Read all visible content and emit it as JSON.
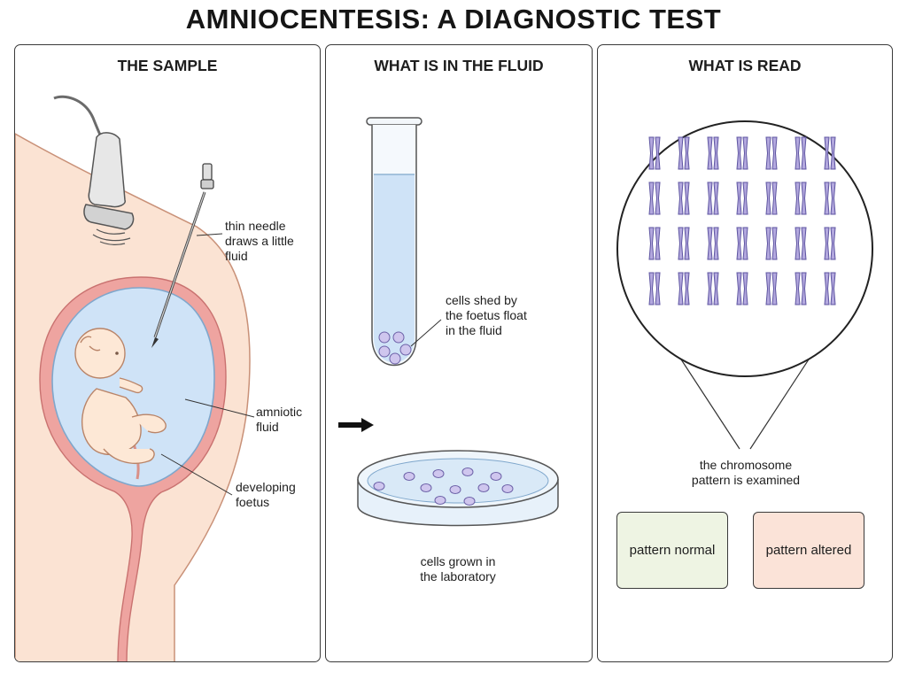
{
  "title": "AMNIOCENTESIS: A DIAGNOSTIC TEST",
  "panels": [
    {
      "title": "THE SAMPLE",
      "labels": {
        "needle": "thin needle\ndraws a little fluid",
        "fluid": "amniotic\nfluid",
        "foetus": "developing\nfoetus"
      }
    },
    {
      "title": "WHAT IS IN THE FLUID",
      "labels": {
        "cells": "cells shed by\nthe foetus float\nin the fluid",
        "grown": "cells grown in\nthe laboratory"
      }
    },
    {
      "title": "WHAT IS READ",
      "labels": {
        "examined": "the chromosome\npattern is examined"
      },
      "outcomes": [
        {
          "label": "pattern normal",
          "color": "#eef4e3"
        },
        {
          "label": "pattern altered",
          "color": "#fbe3d8"
        }
      ]
    }
  ],
  "colors": {
    "skin": "#fbe3d3",
    "fluid": "#cfe3f7",
    "uterus": "#eea4a0",
    "chromosome": "#b3a8de",
    "glass": "#eaf3fb"
  },
  "icons": [
    "ultrasound-probe-icon",
    "needle-icon",
    "foetus-icon",
    "test-tube-icon",
    "petri-dish-icon",
    "chromosome-icon",
    "arrow-right-icon"
  ]
}
